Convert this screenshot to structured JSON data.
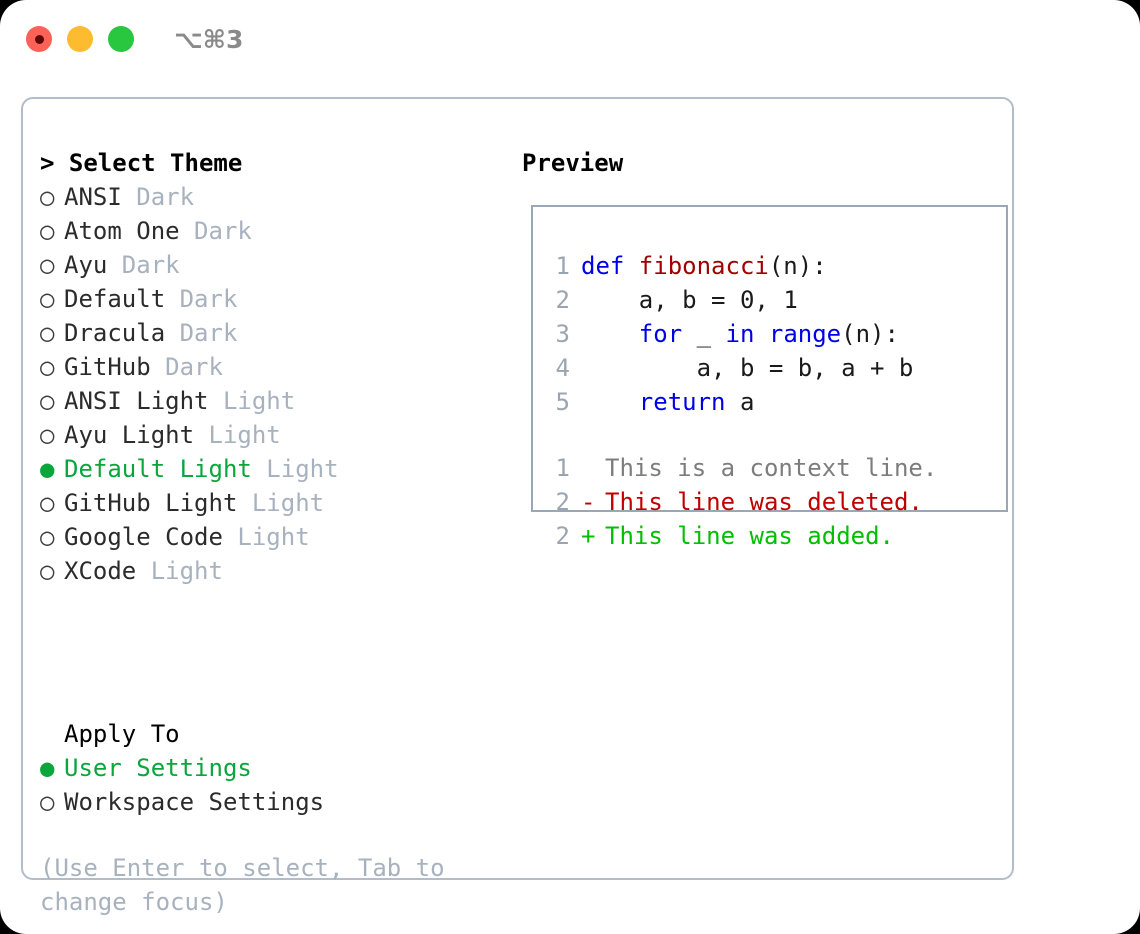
{
  "titlebar": {
    "buttons": [
      "close",
      "minimize",
      "zoom"
    ],
    "shortcut": "⌥⌘3"
  },
  "theme_selector": {
    "header": "> Select Theme",
    "options": [
      {
        "marker": "○",
        "name": "ANSI",
        "tag": "Dark",
        "selected": false
      },
      {
        "marker": "○",
        "name": "Atom One",
        "tag": "Dark",
        "selected": false
      },
      {
        "marker": "○",
        "name": "Ayu",
        "tag": "Dark",
        "selected": false
      },
      {
        "marker": "○",
        "name": "Default",
        "tag": "Dark",
        "selected": false
      },
      {
        "marker": "○",
        "name": "Dracula",
        "tag": "Dark",
        "selected": false
      },
      {
        "marker": "○",
        "name": "GitHub",
        "tag": "Dark",
        "selected": false
      },
      {
        "marker": "○",
        "name": "ANSI Light",
        "tag": "Light",
        "selected": false
      },
      {
        "marker": "○",
        "name": "Ayu Light",
        "tag": "Light",
        "selected": false
      },
      {
        "marker": "●",
        "name": "Default Light",
        "tag": "Light",
        "selected": true
      },
      {
        "marker": "○",
        "name": "GitHub Light",
        "tag": "Light",
        "selected": false
      },
      {
        "marker": "○",
        "name": "Google Code",
        "tag": "Light",
        "selected": false
      },
      {
        "marker": "○",
        "name": "XCode",
        "tag": "Light",
        "selected": false
      }
    ]
  },
  "apply_to": {
    "title": "Apply To",
    "options": [
      {
        "marker": "●",
        "label": "User Settings",
        "selected": true
      },
      {
        "marker": "○",
        "label": "Workspace Settings",
        "selected": false
      }
    ]
  },
  "hint": "(Use Enter to select, Tab to change focus)",
  "preview": {
    "label": "Preview",
    "code_lines": [
      {
        "no": "1",
        "tokens": [
          {
            "t": "def ",
            "c": "kw"
          },
          {
            "t": "fibonacci",
            "c": "fn"
          },
          {
            "t": "(n):",
            "c": "plain"
          }
        ]
      },
      {
        "no": "2",
        "tokens": [
          {
            "t": "    a, b = ",
            "c": "plain"
          },
          {
            "t": "0",
            "c": "num"
          },
          {
            "t": ", ",
            "c": "plain"
          },
          {
            "t": "1",
            "c": "num"
          }
        ]
      },
      {
        "no": "3",
        "tokens": [
          {
            "t": "    ",
            "c": "plain"
          },
          {
            "t": "for",
            "c": "kw"
          },
          {
            "t": " _ ",
            "c": "plain"
          },
          {
            "t": "in",
            "c": "kw"
          },
          {
            "t": " ",
            "c": "plain"
          },
          {
            "t": "range",
            "c": "kw"
          },
          {
            "t": "(n):",
            "c": "plain"
          }
        ]
      },
      {
        "no": "4",
        "tokens": [
          {
            "t": "        a, b = b, a + b",
            "c": "plain"
          }
        ]
      },
      {
        "no": "5",
        "tokens": [
          {
            "t": "    ",
            "c": "plain"
          },
          {
            "t": "return",
            "c": "kw"
          },
          {
            "t": " a",
            "c": "plain"
          }
        ]
      }
    ],
    "diff_lines": [
      {
        "no": "1",
        "sign": " ",
        "text": "This is a context line.",
        "kind": "ctx"
      },
      {
        "no": "2",
        "sign": "-",
        "text": "This line was deleted.",
        "kind": "del"
      },
      {
        "no": "2",
        "sign": "+",
        "text": "This line was added.",
        "kind": "add"
      }
    ]
  },
  "colors": {
    "accent_green": "#0aa63c",
    "keyword_blue": "#0000e6",
    "function_red": "#a00000",
    "diff_add": "#00bf00",
    "diff_del": "#c00000",
    "muted": "#a8b2be",
    "border": "#b3bdc9"
  }
}
